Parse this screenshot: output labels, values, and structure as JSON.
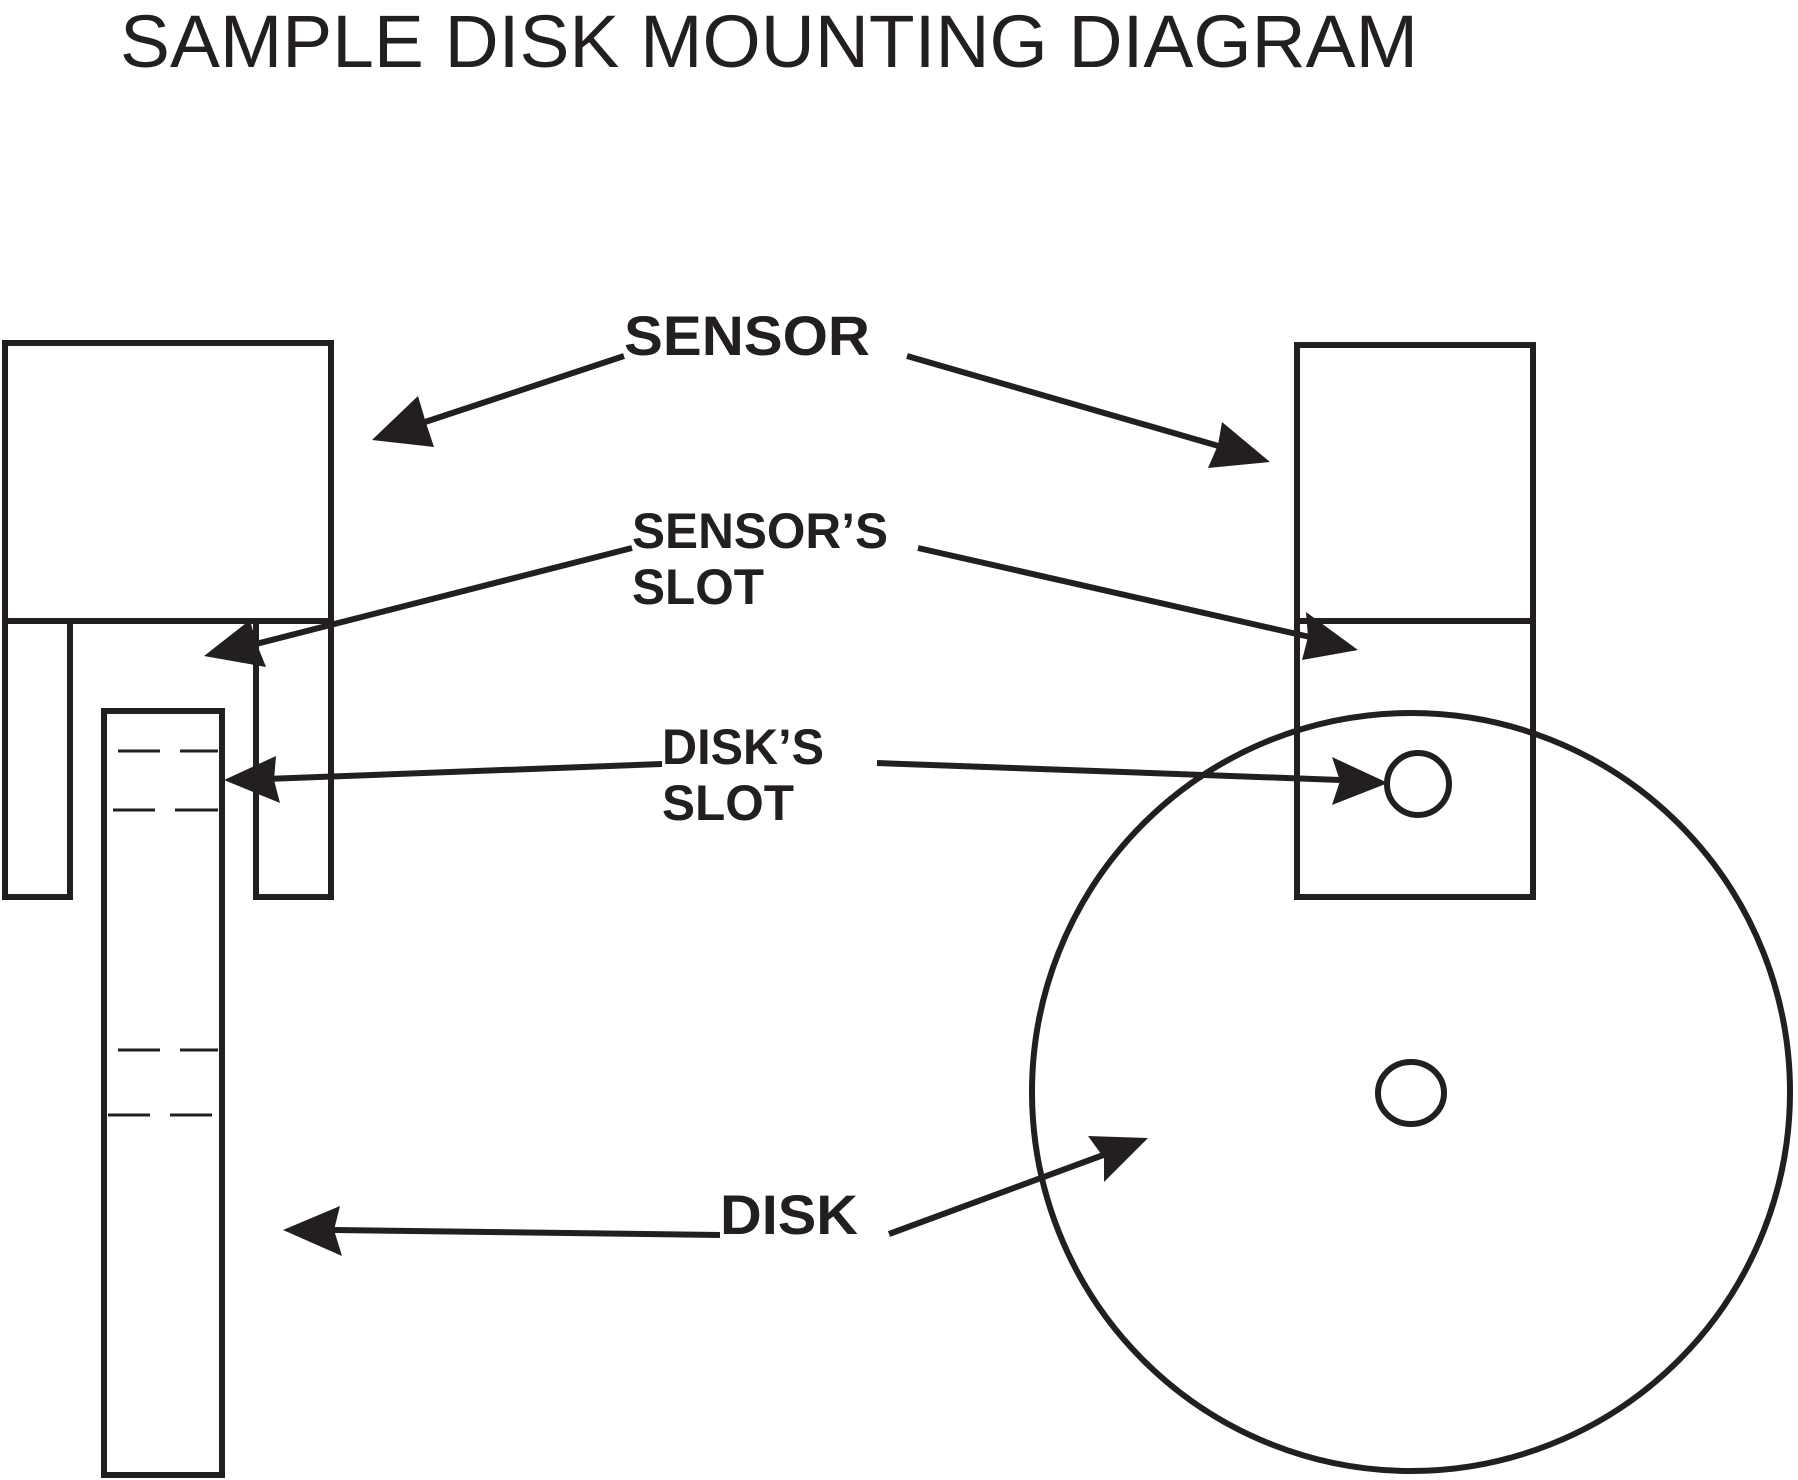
{
  "title": "SAMPLE DISK MOUNTING DIAGRAM",
  "labels": {
    "sensor": "SENSOR",
    "sensors_slot_line1": "SENSOR’S",
    "sensors_slot_line2": "SLOT",
    "disks_slot_line1": "DISK’S",
    "disks_slot_line2": "SLOT",
    "disk": "DISK"
  },
  "colors": {
    "ink": "#231f20",
    "background": "#ffffff"
  }
}
